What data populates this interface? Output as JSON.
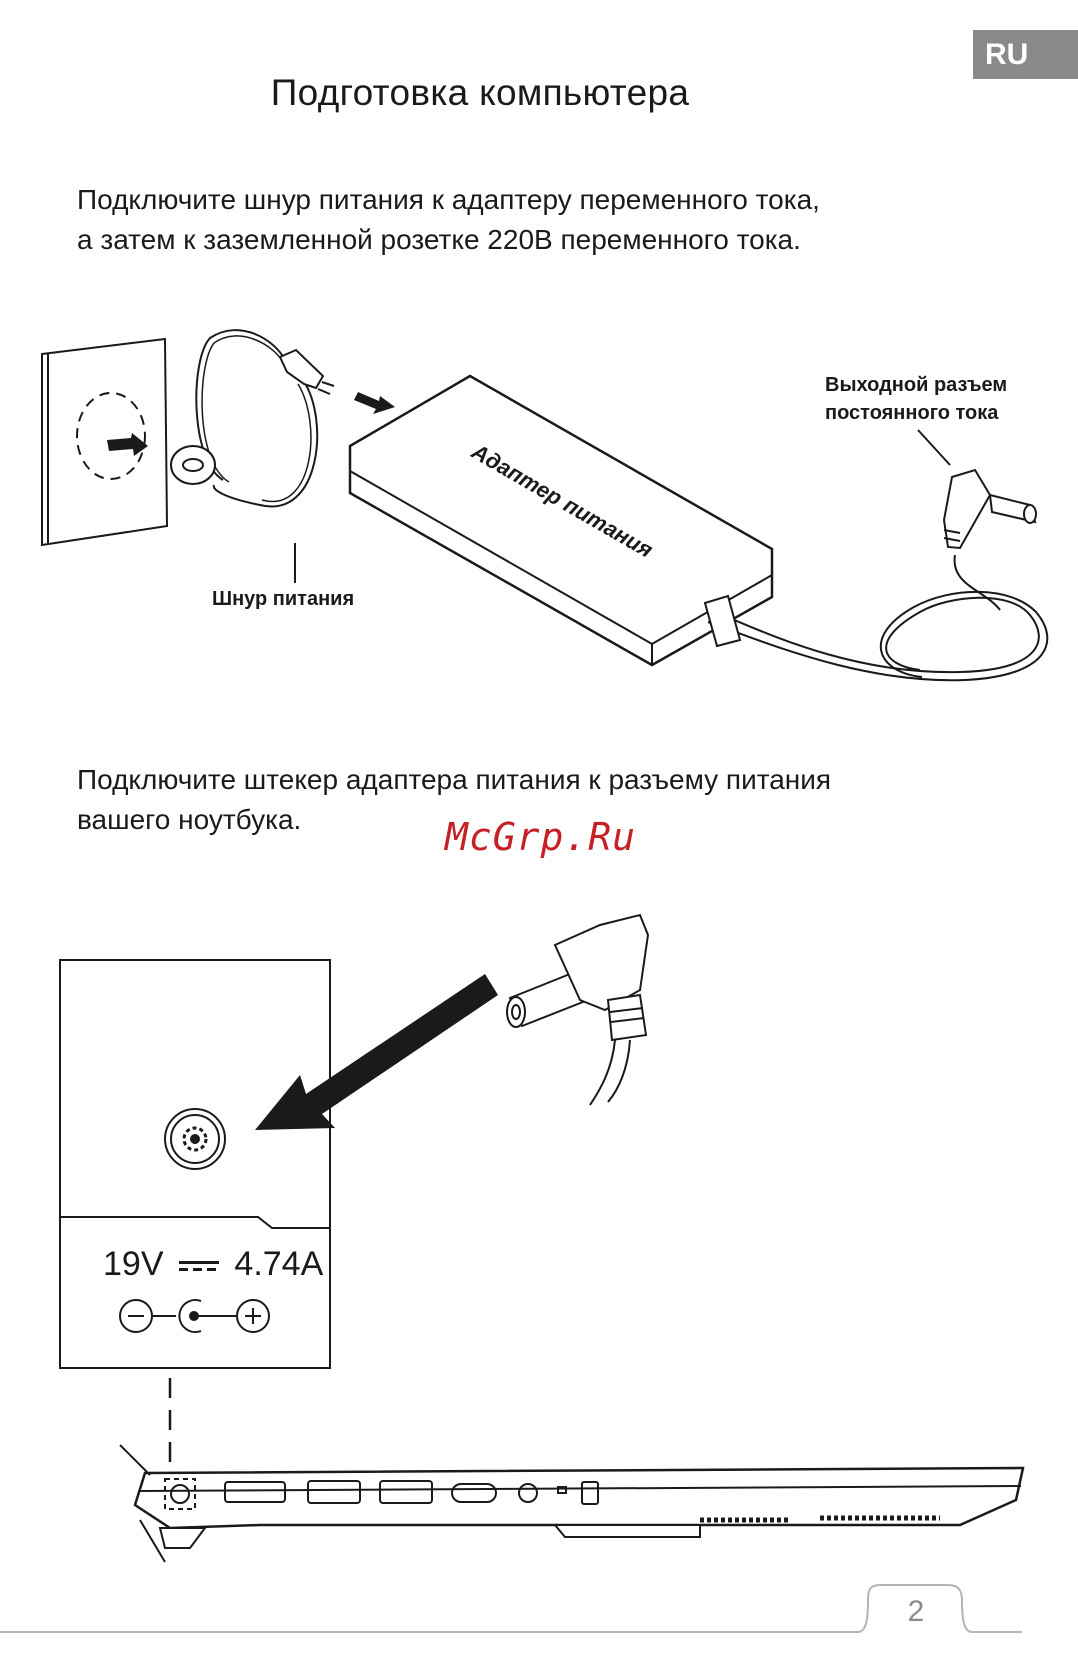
{
  "header": {
    "language_tab": "RU",
    "title": "Подготовка компьютера"
  },
  "step1": {
    "text_line1": "Подключите шнур питания к адаптеру переменного тока,",
    "text_line2": "а затем к заземленной розетке 220В переменного тока."
  },
  "diagram1": {
    "adapter_label": "Адаптер питания",
    "output_label_line1": "Выходной разъем",
    "output_label_line2": "постоянного тока",
    "cord_label": "Шнур питания"
  },
  "step2": {
    "text_line1": "Подключите штекер адаптера питания к разъему питания",
    "text_line2": "вашего ноутбука."
  },
  "watermark": "McGrp.Ru",
  "diagram2": {
    "voltage": "19V",
    "current": "4.74A",
    "polarity_minus": "−",
    "polarity_plus": "+"
  },
  "footer": {
    "page_number": "2"
  },
  "colors": {
    "tab": "#8a8a8a",
    "watermark": "#c42026",
    "ink": "#1a1a1a"
  }
}
